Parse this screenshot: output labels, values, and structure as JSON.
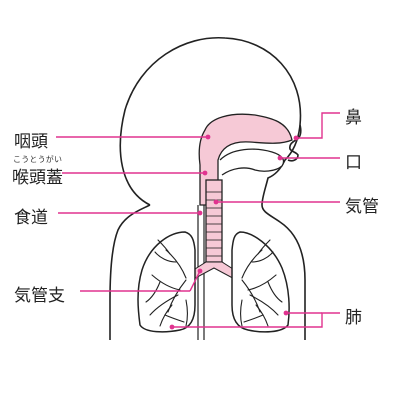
{
  "labels": {
    "left": {
      "pharynx": "咽頭",
      "epiglottis": "喉頭蓋",
      "epiglottis_reading": "こうとうがい",
      "esophagus": "食道",
      "bronchus": "気管支"
    },
    "right": {
      "nose": "鼻",
      "mouth": "口",
      "trachea": "気管",
      "lung": "肺"
    }
  },
  "colors": {
    "line": "#e0338f",
    "outline": "#222222",
    "airway_fill": "#f6c9d6"
  }
}
